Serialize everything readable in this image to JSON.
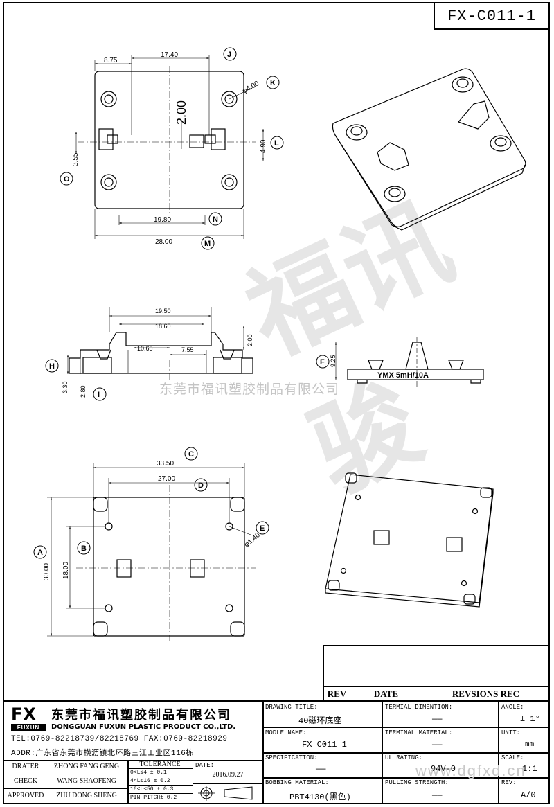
{
  "drawing_code": "FX-C011-1",
  "watermark": {
    "company": "东莞市福讯塑胶制品有限公司",
    "url": "www.dgfxd.cn",
    "glyphs": "福讯骏"
  },
  "top_view": {
    "dims": {
      "w_8_75": "8.75",
      "w_17_40": "17.40",
      "h_2_00": "2.00",
      "d_4_00": "φ4.00",
      "h_4_90": "4.90",
      "h_3_55": "3.55",
      "w_19_80": "19.80",
      "w_28_00": "28.00"
    },
    "callouts": [
      "J",
      "K",
      "L",
      "O",
      "N",
      "M"
    ]
  },
  "front_view": {
    "dims": {
      "w_19_50": "19.50",
      "w_18_60": "18.60",
      "h_2_00": "2.00",
      "w_10_65": "10.65",
      "w_7_55": "7.55",
      "h_3_30": "3.30",
      "h_2_80": "2.80"
    },
    "callouts": [
      "H",
      "I"
    ]
  },
  "side_view": {
    "dims": {
      "h_9_25": "9.25"
    },
    "marking": "YMX  5mH/10A",
    "callouts": [
      "F"
    ]
  },
  "bottom_view": {
    "dims": {
      "w_33_50": "33.50",
      "w_27_00": "27.00",
      "d_1_40": "φ1.40",
      "h_30_00": "30.00",
      "h_18_00": "18.00"
    },
    "callouts": [
      "C",
      "D",
      "E",
      "A",
      "B"
    ]
  },
  "revision_table": {
    "rev": "REV",
    "date": "DATE",
    "revisions": "REVSIONS REC"
  },
  "title_block": {
    "logo": "FX",
    "logo_sub": "FUXUN",
    "company_cn": "东莞市福讯塑胶制品有限公司",
    "company_en": "DONGGUAN FUXUN PLASTIC PRODUCT CO.,LTD.",
    "tel": "TEL:0769-82218739/82218769 FAX:0769-82218929",
    "addr": "ADDR:广东省东莞市横沥镇北环路三江工业区116栋",
    "drater_label": "DRATER",
    "drater": "ZHONG FANG GENG",
    "check_label": "CHECK",
    "check": "WANG SHAOFENG",
    "approved_label": "APPROVED",
    "approved": "ZHU DONG SHENG",
    "tolerance_label": "TOLERANCE",
    "tol_rows": [
      "0<L≤4    ± 0.1",
      "4<L≤16   ± 0.2",
      "16<L≤50  ± 0.3",
      "PIN PITCH± 0.2"
    ],
    "date_label": "DATE:",
    "date": "2016.09.27",
    "drawing_title_label": "DRAWING TITLE:",
    "drawing_title": "40磁环底座",
    "model_name_label": "MODLE NAME:",
    "model_name": "FX C011 1",
    "spec_label": "SPECIFICATION:",
    "spec": "——",
    "bobbin_label": "BOBBING MATERIAL:",
    "bobbin": "PBT4130(黑色)",
    "term_dim_label": "TERMIAL DIMENTION:",
    "term_dim": "——",
    "term_mat_label": "TERMINAL MATERIAL:",
    "term_mat": "——",
    "ul_label": "UL RATING:",
    "ul": "94V-0",
    "pull_label": "PULLING STRENGTH:",
    "pull": "——",
    "angle_label": "ANGLE:",
    "angle": "± 1°",
    "unit_label": "UNIT:",
    "unit": "mm",
    "scale_label": "SCALE:",
    "scale": "1:1",
    "rev_label": "REV:",
    "rev": "A/0"
  }
}
